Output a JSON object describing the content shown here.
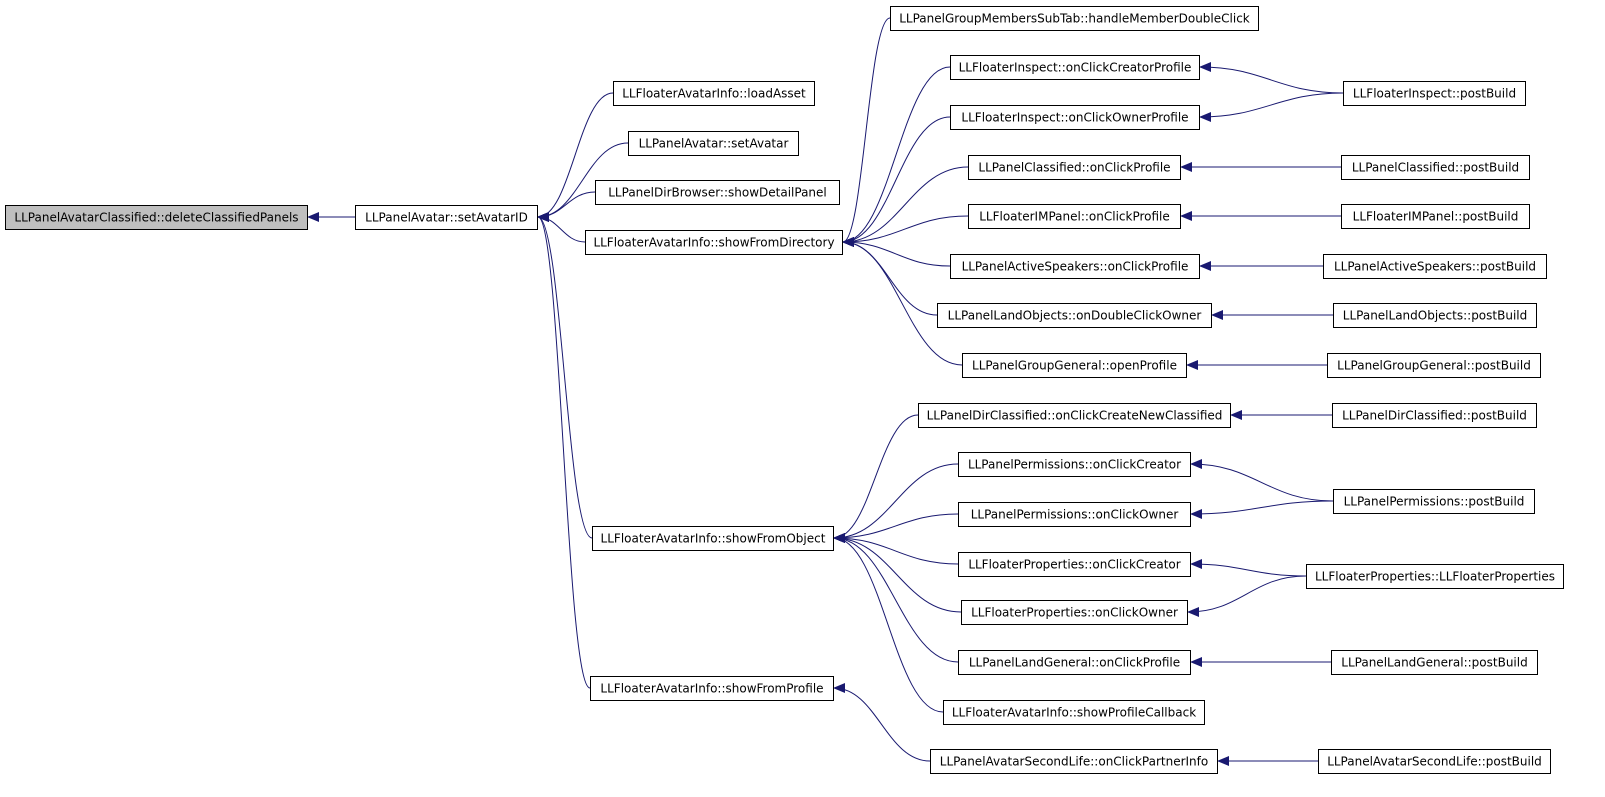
{
  "colors": {
    "edge": "#191970",
    "root_fill": "#bfbfbf",
    "node_fill": "#ffffff",
    "border": "#000000"
  },
  "nodes": [
    {
      "id": "root",
      "label": "LLPanelAvatarClassified::deleteClassifiedPanels",
      "root": true
    },
    {
      "id": "setAvatarID",
      "label": "LLPanelAvatar::setAvatarID"
    },
    {
      "id": "loadAsset",
      "label": "LLFloaterAvatarInfo::loadAsset"
    },
    {
      "id": "setAvatar",
      "label": "LLPanelAvatar::setAvatar"
    },
    {
      "id": "showDetailPanel",
      "label": "LLPanelDirBrowser::showDetailPanel"
    },
    {
      "id": "showFromDirectory",
      "label": "LLFloaterAvatarInfo::showFromDirectory"
    },
    {
      "id": "showFromObject",
      "label": "LLFloaterAvatarInfo::showFromObject"
    },
    {
      "id": "showFromProfile",
      "label": "LLFloaterAvatarInfo::showFromProfile"
    },
    {
      "id": "handleMemberDoubleClick",
      "label": "LLPanelGroupMembersSubTab::handleMemberDoubleClick"
    },
    {
      "id": "inspectCreator",
      "label": "LLFloaterInspect::onClickCreatorProfile"
    },
    {
      "id": "inspectOwner",
      "label": "LLFloaterInspect::onClickOwnerProfile"
    },
    {
      "id": "classifiedProfile",
      "label": "LLPanelClassified::onClickProfile"
    },
    {
      "id": "imProfile",
      "label": "LLFloaterIMPanel::onClickProfile"
    },
    {
      "id": "speakersProfile",
      "label": "LLPanelActiveSpeakers::onClickProfile"
    },
    {
      "id": "landObjectsOwner",
      "label": "LLPanelLandObjects::onDoubleClickOwner"
    },
    {
      "id": "groupGeneralProfile",
      "label": "LLPanelGroupGeneral::openProfile"
    },
    {
      "id": "dirClassifiedCreate",
      "label": "LLPanelDirClassified::onClickCreateNewClassified"
    },
    {
      "id": "permCreator",
      "label": "LLPanelPermissions::onClickCreator"
    },
    {
      "id": "permOwner",
      "label": "LLPanelPermissions::onClickOwner"
    },
    {
      "id": "propsCreator",
      "label": "LLFloaterProperties::onClickCreator"
    },
    {
      "id": "propsOwner",
      "label": "LLFloaterProperties::onClickOwner"
    },
    {
      "id": "landGeneralProfile",
      "label": "LLPanelLandGeneral::onClickProfile"
    },
    {
      "id": "profileCallback",
      "label": "LLFloaterAvatarInfo::showProfileCallback"
    },
    {
      "id": "partnerInfo",
      "label": "LLPanelAvatarSecondLife::onClickPartnerInfo"
    },
    {
      "id": "inspectPostBuild",
      "label": "LLFloaterInspect::postBuild"
    },
    {
      "id": "classifiedPostBuild",
      "label": "LLPanelClassified::postBuild"
    },
    {
      "id": "imPostBuild",
      "label": "LLFloaterIMPanel::postBuild"
    },
    {
      "id": "speakersPostBuild",
      "label": "LLPanelActiveSpeakers::postBuild"
    },
    {
      "id": "landObjectsPostBuild",
      "label": "LLPanelLandObjects::postBuild"
    },
    {
      "id": "groupGeneralPostBuild",
      "label": "LLPanelGroupGeneral::postBuild"
    },
    {
      "id": "dirClassifiedPostBuild",
      "label": "LLPanelDirClassified::postBuild"
    },
    {
      "id": "permPostBuild",
      "label": "LLPanelPermissions::postBuild"
    },
    {
      "id": "propsCtor",
      "label": "LLFloaterProperties::LLFloaterProperties"
    },
    {
      "id": "landGeneralPostBuild",
      "label": "LLPanelLandGeneral::postBuild"
    },
    {
      "id": "secondLifePostBuild",
      "label": "LLPanelAvatarSecondLife::postBuild"
    }
  ],
  "edges": [
    [
      "setAvatarID",
      "root"
    ],
    [
      "loadAsset",
      "setAvatarID"
    ],
    [
      "setAvatar",
      "setAvatarID"
    ],
    [
      "showDetailPanel",
      "setAvatarID"
    ],
    [
      "showFromDirectory",
      "setAvatarID"
    ],
    [
      "showFromObject",
      "setAvatarID"
    ],
    [
      "showFromProfile",
      "setAvatarID"
    ],
    [
      "handleMemberDoubleClick",
      "showFromDirectory"
    ],
    [
      "inspectCreator",
      "showFromDirectory"
    ],
    [
      "inspectOwner",
      "showFromDirectory"
    ],
    [
      "classifiedProfile",
      "showFromDirectory"
    ],
    [
      "imProfile",
      "showFromDirectory"
    ],
    [
      "speakersProfile",
      "showFromDirectory"
    ],
    [
      "landObjectsOwner",
      "showFromDirectory"
    ],
    [
      "groupGeneralProfile",
      "showFromDirectory"
    ],
    [
      "dirClassifiedCreate",
      "showFromObject"
    ],
    [
      "permCreator",
      "showFromObject"
    ],
    [
      "permOwner",
      "showFromObject"
    ],
    [
      "propsCreator",
      "showFromObject"
    ],
    [
      "propsOwner",
      "showFromObject"
    ],
    [
      "landGeneralProfile",
      "showFromObject"
    ],
    [
      "profileCallback",
      "showFromObject"
    ],
    [
      "partnerInfo",
      "showFromProfile"
    ],
    [
      "inspectPostBuild",
      "inspectCreator"
    ],
    [
      "inspectPostBuild",
      "inspectOwner"
    ],
    [
      "classifiedPostBuild",
      "classifiedProfile"
    ],
    [
      "imPostBuild",
      "imProfile"
    ],
    [
      "speakersPostBuild",
      "speakersProfile"
    ],
    [
      "landObjectsPostBuild",
      "landObjectsOwner"
    ],
    [
      "groupGeneralPostBuild",
      "groupGeneralProfile"
    ],
    [
      "dirClassifiedPostBuild",
      "dirClassifiedCreate"
    ],
    [
      "permPostBuild",
      "permCreator"
    ],
    [
      "permPostBuild",
      "permOwner"
    ],
    [
      "propsCtor",
      "propsCreator"
    ],
    [
      "propsCtor",
      "propsOwner"
    ],
    [
      "landGeneralPostBuild",
      "landGeneralProfile"
    ],
    [
      "secondLifePostBuild",
      "partnerInfo"
    ]
  ]
}
